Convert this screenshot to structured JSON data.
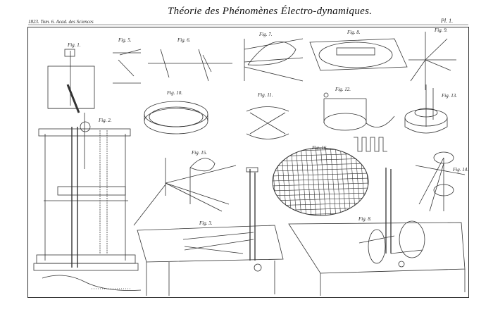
{
  "header": {
    "left_caption": "1823. Tom. 6. Acad. des Sciences",
    "title": "Théorie des Phénomènes Électro-dynamiques.",
    "plate_number": "Pl. 1."
  },
  "figures": {
    "fig1": "Fig. 1.",
    "fig2": "Fig. 2.",
    "fig3": "Fig. 3.",
    "fig5": "Fig. 5.",
    "fig6": "Fig. 6.",
    "fig7": "Fig. 7.",
    "fig8": "Fig. 8.",
    "fig9": "Fig. 9.",
    "fig10": "Fig. 10.",
    "fig11": "Fig. 11.",
    "fig12": "Fig. 12.",
    "fig13": "Fig. 13.",
    "fig14": "Fig. 14.",
    "fig15": "Fig. 15.",
    "fig16": "Fig. 16.",
    "fig_b": "Fig. 8."
  }
}
